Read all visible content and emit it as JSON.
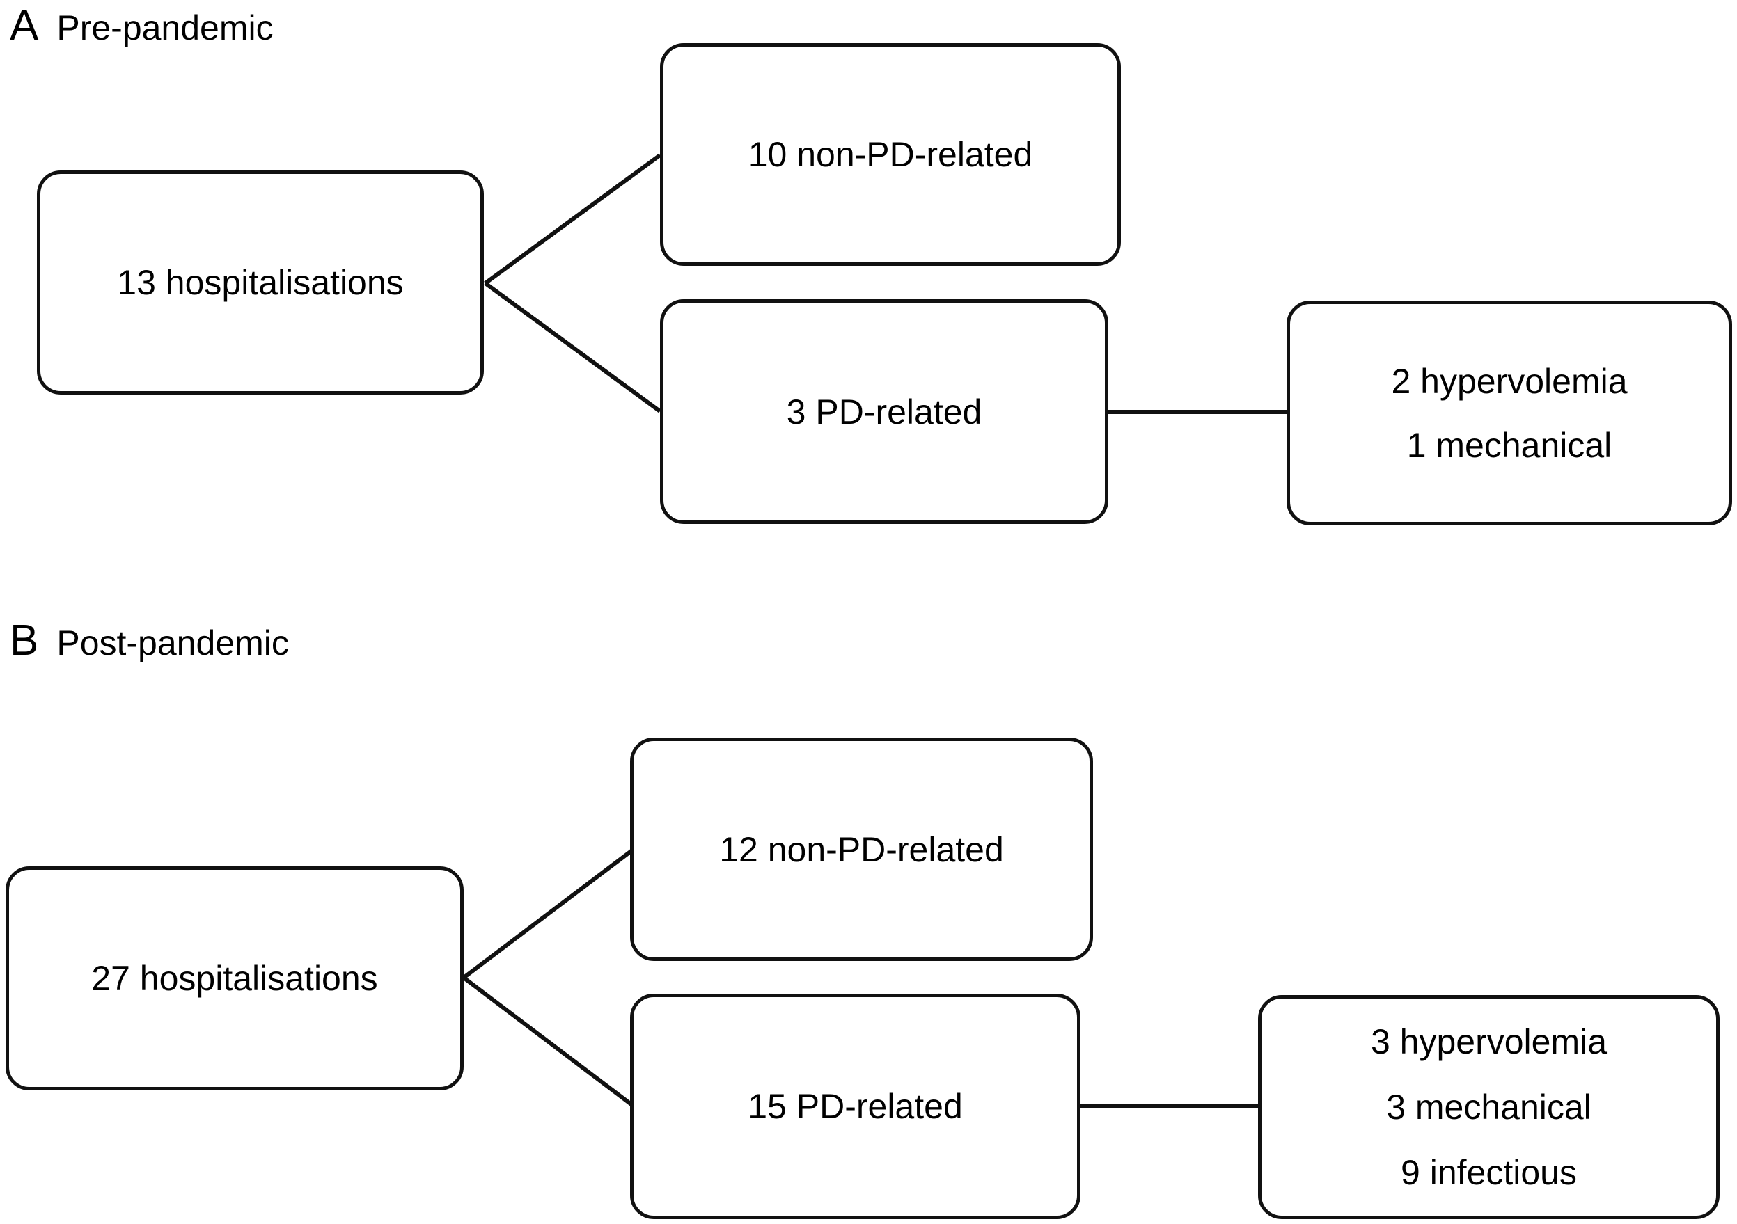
{
  "figure": {
    "background_color": "#ffffff",
    "stroke_color": "#111111",
    "text_color": "#000000"
  },
  "panels": [
    {
      "letter": "A",
      "title": "Pre-pandemic",
      "nodes": {
        "total": {
          "lines": [
            "13 hospitalisations"
          ]
        },
        "non_pd": {
          "lines": [
            "10 non-PD-related"
          ]
        },
        "pd": {
          "lines": [
            "3 PD-related"
          ]
        },
        "causes": {
          "lines": [
            "2 hypervolemia",
            "1 mechanical"
          ]
        }
      }
    },
    {
      "letter": "B",
      "title": "Post-pandemic",
      "nodes": {
        "total": {
          "lines": [
            "27 hospitalisations"
          ]
        },
        "non_pd": {
          "lines": [
            "12 non-PD-related"
          ]
        },
        "pd": {
          "lines": [
            "15 PD-related"
          ]
        },
        "causes": {
          "lines": [
            "3 hypervolemia",
            "3 mechanical",
            "9 infectious"
          ]
        }
      }
    }
  ],
  "chart_data": {
    "type": "diagram",
    "title": "Hospitalisations pre- vs post-pandemic",
    "diagram_kind": "flowchart",
    "panels": [
      {
        "id": "A",
        "label": "Pre-pandemic",
        "total_hospitalisations": 13,
        "split": [
          {
            "label": "non-PD-related",
            "value": 10
          },
          {
            "label": "PD-related",
            "value": 3
          }
        ],
        "pd_related_causes": [
          {
            "label": "hypervolemia",
            "value": 2
          },
          {
            "label": "mechanical",
            "value": 1
          }
        ]
      },
      {
        "id": "B",
        "label": "Post-pandemic",
        "total_hospitalisations": 27,
        "split": [
          {
            "label": "non-PD-related",
            "value": 12
          },
          {
            "label": "PD-related",
            "value": 15
          }
        ],
        "pd_related_causes": [
          {
            "label": "hypervolemia",
            "value": 3
          },
          {
            "label": "mechanical",
            "value": 3
          },
          {
            "label": "infectious",
            "value": 9
          }
        ]
      }
    ],
    "edges": [
      {
        "from": "A.total",
        "to": "A.non_pd"
      },
      {
        "from": "A.total",
        "to": "A.pd"
      },
      {
        "from": "A.pd",
        "to": "A.causes"
      },
      {
        "from": "B.total",
        "to": "B.non_pd"
      },
      {
        "from": "B.total",
        "to": "B.pd"
      },
      {
        "from": "B.pd",
        "to": "B.causes"
      }
    ]
  }
}
